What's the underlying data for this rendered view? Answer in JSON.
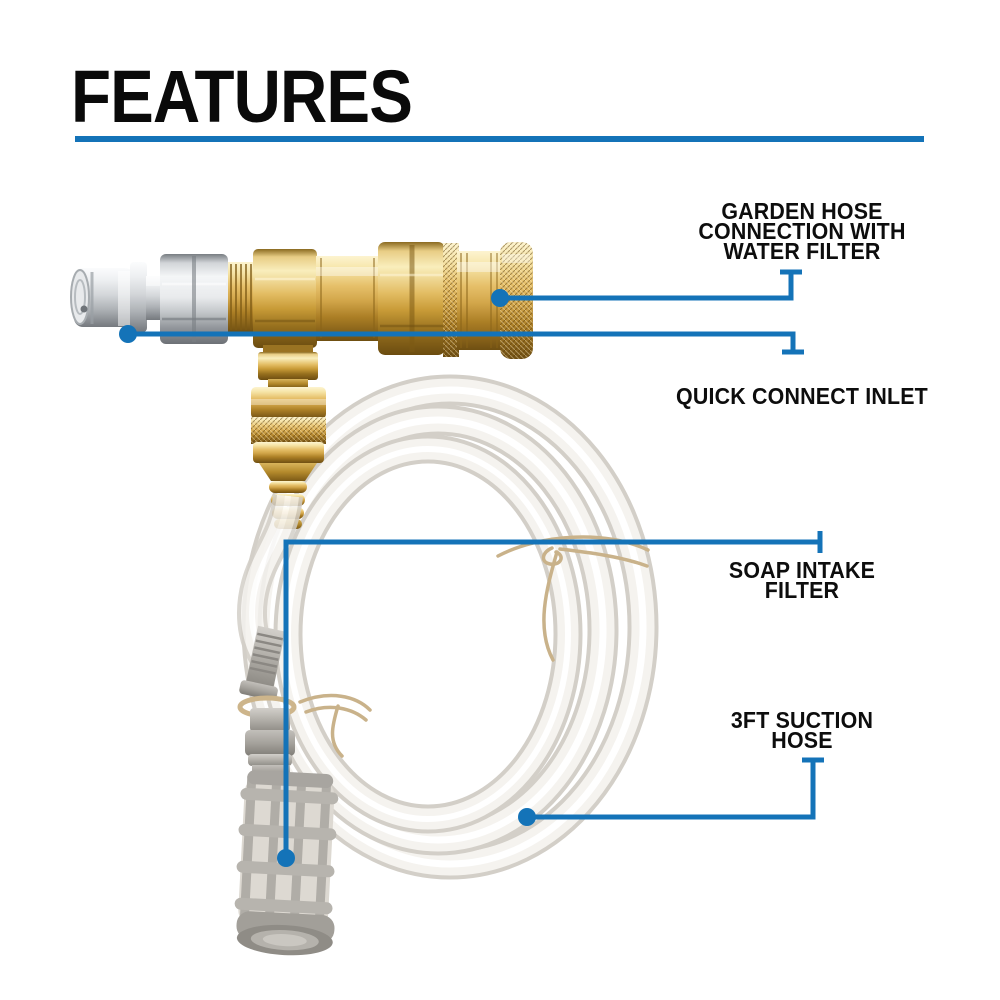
{
  "header": {
    "title": "FEATURES"
  },
  "colors": {
    "accent_blue": "#1473b8",
    "label_text": "#0d0d0d",
    "background": "#ffffff",
    "brass": "#d3a74b",
    "silver": "#c9ccd0",
    "gray_plastic": "#b0ada7"
  },
  "callouts": {
    "garden_hose": {
      "lines": [
        "GARDEN HOSE",
        "CONNECTION WITH",
        "WATER FILTER"
      ]
    },
    "quick_connect": {
      "lines": [
        "QUICK CONNECT INLET"
      ]
    },
    "soap_filter": {
      "lines": [
        "SOAP INTAKE",
        "FILTER"
      ]
    },
    "suction_hose": {
      "lines": [
        "3FT SUCTION",
        "HOSE"
      ]
    }
  },
  "product_parts": {
    "plug": "quick-connect-plug",
    "coupler": "garden-hose-coupler",
    "valve": "soap-injector-valve",
    "hose": "suction-hose-coil",
    "filter": "soap-intake-filter"
  }
}
